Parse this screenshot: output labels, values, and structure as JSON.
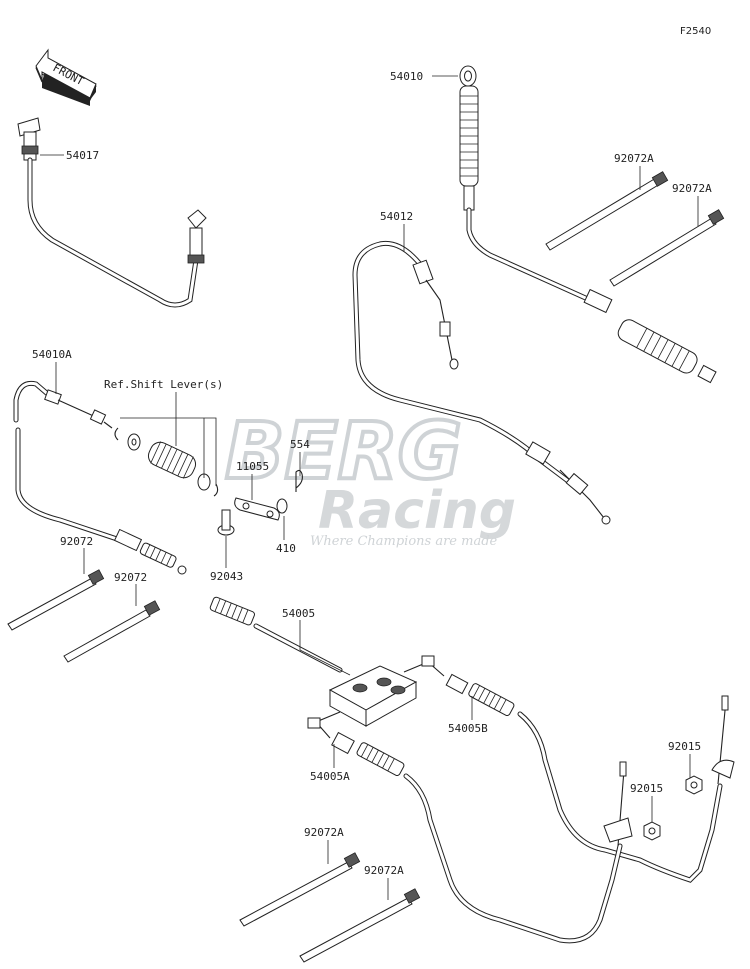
{
  "figure_id": "F2540",
  "front_arrow_label": "FRONT",
  "reference_note": "Ref.Shift Lever(s)",
  "watermark": {
    "brand": "BERG",
    "sub": "Racing",
    "tagline": "Where Champions are made"
  },
  "callouts": [
    {
      "key": "p54017",
      "text": "54017"
    },
    {
      "key": "p54010",
      "text": "54010"
    },
    {
      "key": "p92072A_1",
      "text": "92072A"
    },
    {
      "key": "p92072A_2",
      "text": "92072A"
    },
    {
      "key": "p54012",
      "text": "54012"
    },
    {
      "key": "p54010A",
      "text": "54010A"
    },
    {
      "key": "p554",
      "text": "554"
    },
    {
      "key": "p11055",
      "text": "11055"
    },
    {
      "key": "p410",
      "text": "410"
    },
    {
      "key": "p92043",
      "text": "92043"
    },
    {
      "key": "p92072_1",
      "text": "92072"
    },
    {
      "key": "p92072_2",
      "text": "92072"
    },
    {
      "key": "p54005",
      "text": "54005"
    },
    {
      "key": "p54005B",
      "text": "54005B"
    },
    {
      "key": "p54005A",
      "text": "54005A"
    },
    {
      "key": "p92015_1",
      "text": "92015"
    },
    {
      "key": "p92015_2",
      "text": "92015"
    },
    {
      "key": "p92072A_3",
      "text": "92072A"
    },
    {
      "key": "p92072A_4",
      "text": "92072A"
    }
  ]
}
